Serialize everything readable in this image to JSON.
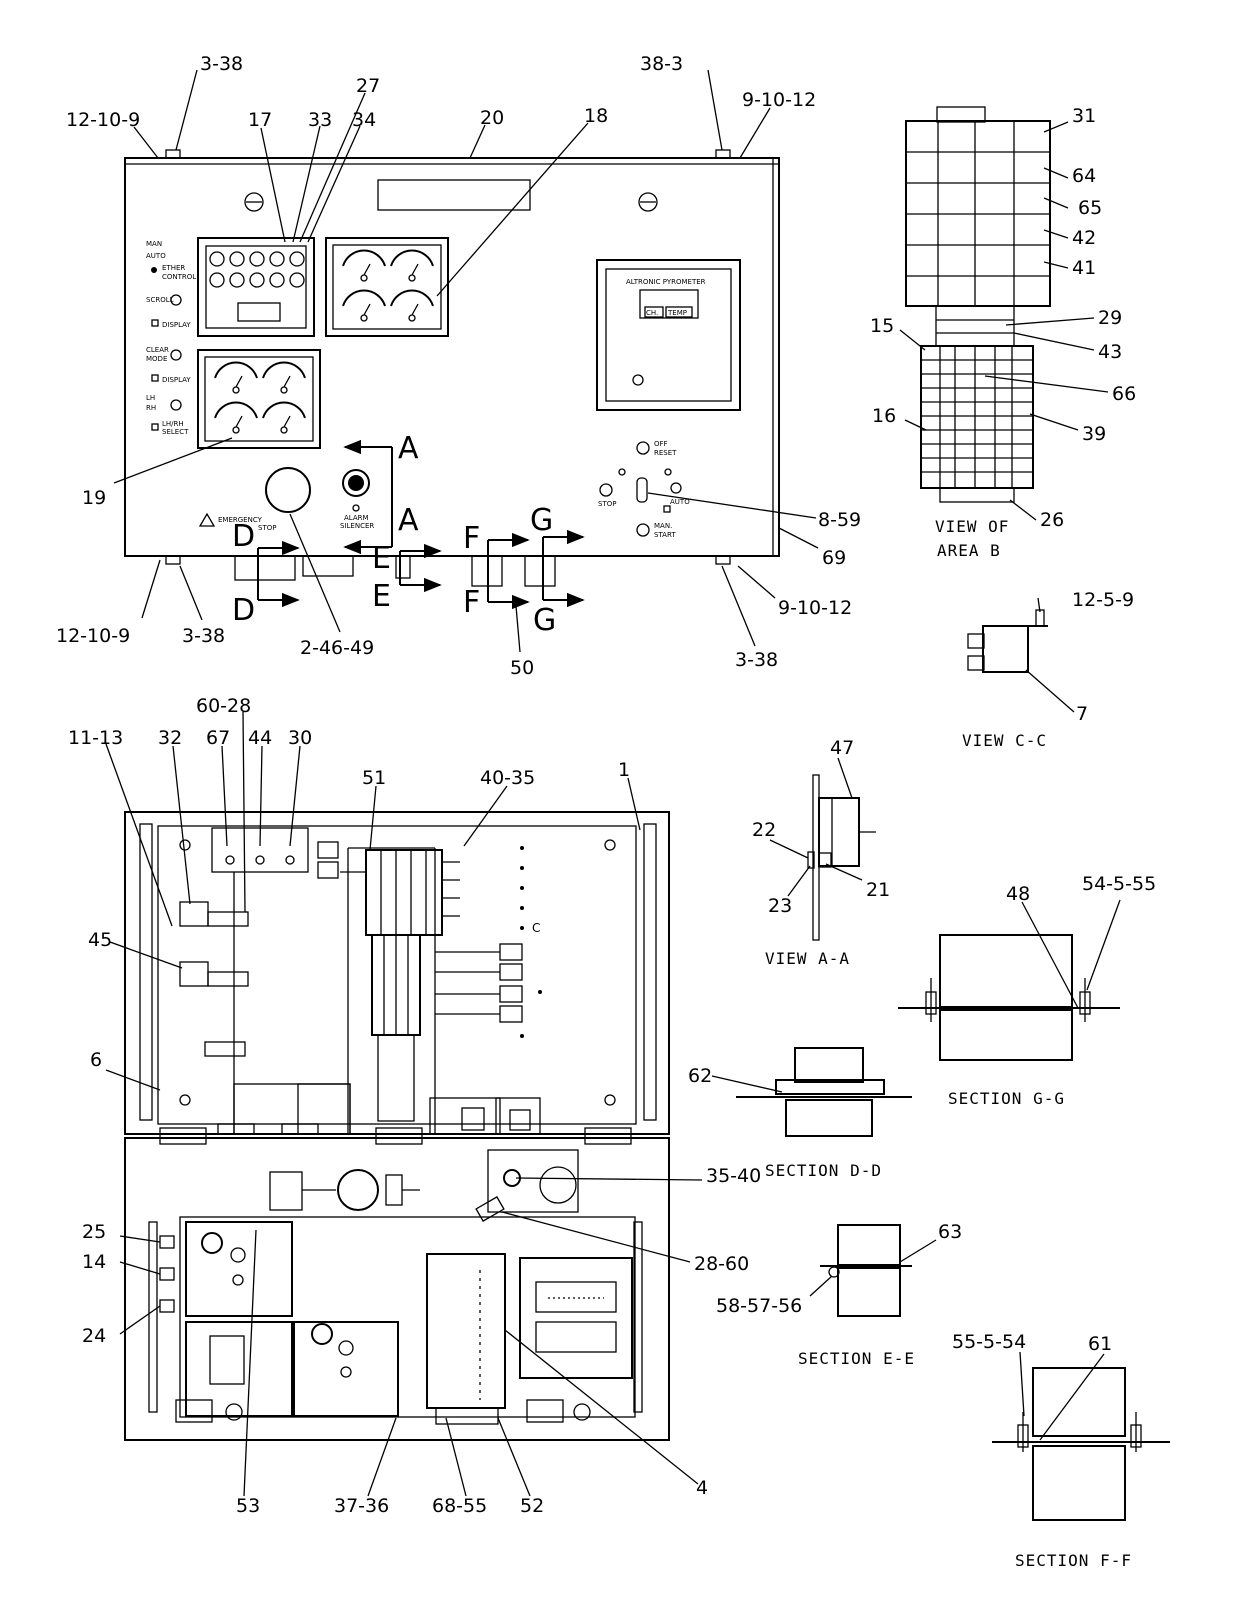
{
  "callouts": {
    "c_3_38_tl": "3-38",
    "c_12_10_9_tl": "12-10-9",
    "c_17": "17",
    "c_33": "33",
    "c_27": "27",
    "c_34": "34",
    "c_20": "20",
    "c_18": "18",
    "c_38_3_tr": "38-3",
    "c_9_10_12_tr": "9-10-12",
    "c_31": "31",
    "c_64": "64",
    "c_65": "65",
    "c_42": "42",
    "c_41": "41",
    "c_29": "29",
    "c_43": "43",
    "c_15": "15",
    "c_66": "66",
    "c_16": "16",
    "c_39": "39",
    "c_26": "26",
    "c_19": "19",
    "c_8_59": "8-59",
    "c_69": "69",
    "c_12_10_9_bl": "12-10-9",
    "c_3_38_bl": "3-38",
    "c_2_46_49": "2-46-49",
    "c_9_10_12_br": "9-10-12",
    "c_3_38_br": "3-38",
    "c_50": "50",
    "c_12_5_9": "12-5-9",
    "c_7": "7",
    "c_60_28": "60-28",
    "c_67": "67",
    "c_44": "44",
    "c_30": "30",
    "c_51": "51",
    "c_40_35": "40-35",
    "c_1": "1",
    "c_11_13": "11-13",
    "c_32": "32",
    "c_45": "45",
    "c_6": "6",
    "c_47": "47",
    "c_22": "22",
    "c_21": "21",
    "c_23": "23",
    "c_48": "48",
    "c_54_5_55": "54-5-55",
    "c_62": "62",
    "c_35_40": "35-40",
    "c_28_60": "28-60",
    "c_25": "25",
    "c_14": "14",
    "c_24": "24",
    "c_63": "63",
    "c_58_57_56": "58-57-56",
    "c_55_5_54": "55-5-54",
    "c_61": "61",
    "c_53": "53",
    "c_37_36": "37-36",
    "c_68_55": "68-55",
    "c_52": "52",
    "c_4": "4"
  },
  "section_letters": {
    "a_top": "A",
    "a_bot": "A",
    "d_top": "D",
    "d_bot": "D",
    "e_top": "E",
    "e_bot": "E",
    "f_top": "F",
    "f_bot": "F",
    "g_top": "G",
    "g_bot": "G",
    "c_mark": "C"
  },
  "view_titles": {
    "view_area_b_1": "VIEW OF",
    "view_area_b_2": "AREA B",
    "view_c_c": "VIEW C-C",
    "view_a_a": "VIEW A-A",
    "section_g_g": "SECTION G-G",
    "section_d_d": "SECTION D-D",
    "section_e_e": "SECTION E-E",
    "section_f_f": "SECTION F-F"
  },
  "panel_text": {
    "man": "MAN",
    "auto": "AUTO",
    "ether1": "ETHER",
    "ether2": "CONTROL",
    "scroll": "SCROLL",
    "display1": "DISPLAY",
    "clear1": "CLEAR",
    "clear2": "MODE",
    "display2": "DISPLAY",
    "lh": "LH",
    "rh": "RH",
    "lhrh1": "LH/RH",
    "lhrh2": "SELECT",
    "pyrometer": "ALTRONIC PYROMETER",
    "ch": "CH.",
    "temp": "TEMP",
    "off_reset1": "OFF",
    "off_reset2": "RESET",
    "stop": "STOP",
    "auto2": "AUTO",
    "man_start1": "MAN.",
    "man_start2": "START",
    "alarm1": "ALARM",
    "alarm2": "SILENCER",
    "estop1": "EMERGENCY",
    "estop2": "STOP"
  }
}
